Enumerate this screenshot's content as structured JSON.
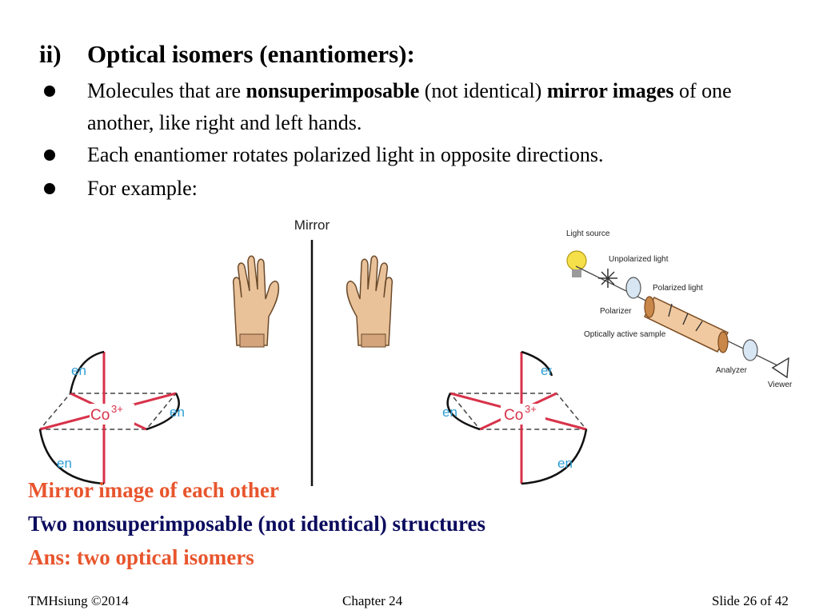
{
  "heading": {
    "number": "ii)",
    "title": "Optical isomers (enantiomers):"
  },
  "bullets": [
    {
      "parts": [
        {
          "text": "Molecules that are ",
          "bold": false
        },
        {
          "text": "nonsuperimposable",
          "bold": true
        },
        {
          "text": " (not identical) ",
          "bold": false
        },
        {
          "text": "mirror images",
          "bold": true
        },
        {
          "text": " of one another, like right and left hands.",
          "bold": false
        }
      ]
    },
    {
      "parts": [
        {
          "text": "Each enantiomer rotates polarized light in opposite directions.",
          "bold": false
        }
      ]
    },
    {
      "parts": [
        {
          "text": "For example:",
          "bold": false
        }
      ]
    }
  ],
  "figure": {
    "mirror_label": "Mirror",
    "ligand_label": "en",
    "metal_label": "Co",
    "metal_charge": "3+",
    "polarimeter": {
      "light_source": "Light source",
      "unpolarized": "Unpolarized light",
      "polarizer": "Polarizer",
      "polarized": "Polarized light",
      "sample": "Optically active sample",
      "analyzer": "Analyzer",
      "viewer": "Viewer"
    }
  },
  "conclusions": [
    {
      "text": "Mirror image of each other",
      "color": "#e8552d"
    },
    {
      "text": "Two nonsuperimposable (not identical) structures",
      "color": "#0b0b5e"
    },
    {
      "text": "Ans: two optical isomers",
      "color": "#e8552d"
    }
  ],
  "footer": {
    "author": "TMHsiung  ©2014",
    "chapter": "Chapter 24",
    "slide": "Slide 26 of 42"
  },
  "colors": {
    "ligand": "#2e9fd4",
    "bond": "#d8324a",
    "accent": "#e8552d",
    "navy": "#0b0b5e"
  }
}
